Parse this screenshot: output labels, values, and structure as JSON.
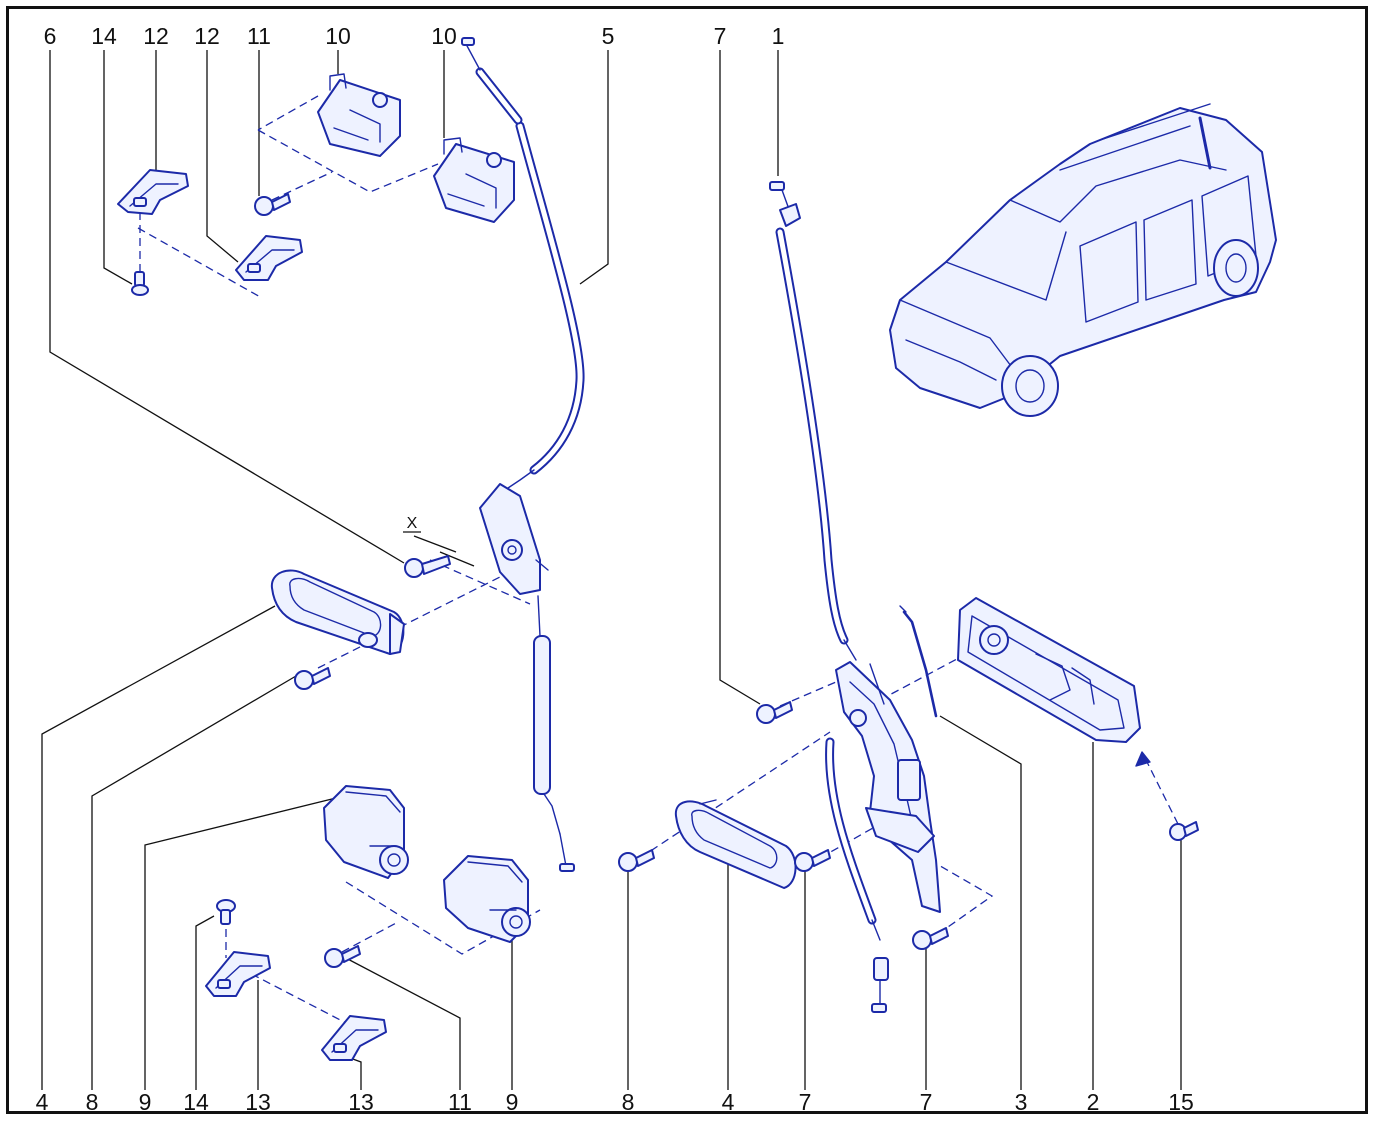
{
  "labels": {
    "top": [
      "6",
      "14",
      "12",
      "12",
      "11",
      "10",
      "10",
      "5",
      "7",
      "1"
    ],
    "bottom": [
      "4",
      "8",
      "9",
      "14",
      "13",
      "13",
      "11",
      "9",
      "8",
      "4",
      "7",
      "7",
      "3",
      "2",
      "15"
    ],
    "x_marker": "X"
  },
  "colors": {
    "line": "#1c2aa8",
    "fill": "#eef2ff",
    "label": "#111111",
    "frame": "#111111"
  }
}
